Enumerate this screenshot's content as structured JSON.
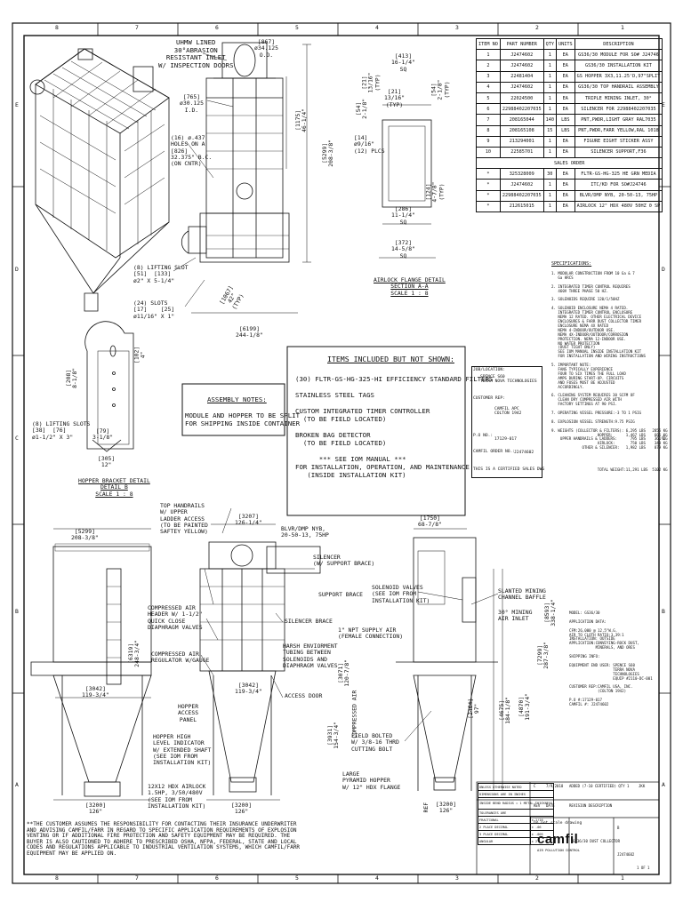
{
  "border": {
    "cols": [
      "8",
      "7",
      "6",
      "5",
      "4",
      "3",
      "2",
      "1"
    ],
    "rows": [
      "E",
      "D",
      "C",
      "B",
      "A"
    ]
  },
  "labels": {
    "inlet": "UHMW LINED\n30°ABRASION\nRESISTANT INLET\nW/ INSPECTION DOORS",
    "dim_867": "[867]\nø34.125\nO.D.",
    "dim_765": "[765]\nø30.125\nI.D.",
    "holes": "(16) ø.437\nHOLES ON A\n[826]\n32.375\" B.C.\n(ON CNTR)",
    "dim_1175": "[1175]\n46-1/4\"",
    "dim_5299": "[5299]\n208-3/8\"",
    "dim_413": "[413]\n16-1/4\"\nSQ",
    "dim_21a": "[21]\n13/16\"\n(TYP)",
    "dim_21b": "[21]\n13/16\"\n(TYP)",
    "dim_54a": "[54]\n2-1/8\"\n(TYP)",
    "dim_54b": "[54]\n2-1/8\"",
    "dim_14": "[14]\nø9/16\"\n(12) PLCS",
    "dim_286": "[286]\n11-1/4\"\nSQ",
    "dim_124": "[124]\n4-7/8\"\n(TYP)",
    "dim_372": "[372]\n14-5/8\"\nSQ",
    "airlock_title": "AIRLOCK FLANGE DETAIL\nSECTION A-A\nSCALE 1 : 8",
    "lifting_slot": "(8) LIFTING SLOT\n[51]  [133]\nø2\" X 5-1/4\"",
    "slots": "(24) SLOTS\n[17]    [25]\nø11/16\" X 1\"",
    "dim_6199": "[6199]\n244-1/8\"",
    "dim_1067": "[1067]\n42\"\n(TYP)",
    "dim_102": "[102]\n4\"",
    "dim_208": "[208]\n8-1/8\"",
    "lifting_slots2": "(8) LIFTING SLOTS\n[38]  [76]\nø1-1/2\" X 3\"",
    "dim_79": "[79]\n3-1/8\"",
    "dim_305": "[305]\n12\"",
    "hopper_bracket": "HOPPER BRACKET DETAIL\nDETAIL B\nSCALE 1 : 8",
    "assembly_title": "ASSEMBLY NOTES:",
    "assembly_body": "MODULE AND HOPPER TO BE SPLIT\nFOR SHIPPING INSIDE CONTAINER",
    "included_title": "ITEMS INCLUDED BUT NOT SHOWN:",
    "included_body": "(30) FLTR-GS-HG-325-HI EFFICIENCY STANDARD FILTERS\n\nSTAINLESS STEEL TAGS\n\nCUSTOM INTEGRATED TIMER CONTROLLER\n  (TO BE FIELD LOCATED)\n\nBROKEN BAG DETECTOR\n  (TO BE FIELD LOCATED)\n\n      *** SEE IOM MANUAL ***\nFOR INSTALLATION, OPERATION, AND MAINTENANCE\n   (INSIDE INSTALLATION KIT)",
    "top_handrails": "TOP HANDRAILS\nW/ UPPER\nLADDER ACCESS\n(TO BE PAINTED\nSAFTEY YELLOW)",
    "dim_5299b": "[5299]\n208-3/8\"",
    "dim_3207": "[3207]\n126-1/4\"",
    "blvr": "BLVR/DMP NYB,\n20-50-13, 75HP",
    "silencer": "SILENCER\n(W/ SUPPORT BRACE)",
    "dim_1750": "[1750]\n68-7/8\"",
    "support_brace": "SUPPORT BRACE",
    "solenoid": "SOLENOID VALVES\n(SEE IOM FROM\nINSTALLATION KIT)",
    "slanted": "SLANTED MINING\nCHANNEL BAFFLE",
    "mining_inlet": "30° MINING\nAIR INLET",
    "compressed_header": "COMPRESSED AIR\nHEADER W/ 1-1/2\"\nQUICK CLOSE\nDIAPHRAGM VALVES",
    "silencer_brace": "SILENCER BRACE",
    "npt": "1\" NPT SUPPLY AIR\n(FEMALE CONNECTION)",
    "compressed_reg": "COMPRESSED AIR\nREGULATOR W/GAUGE",
    "harsh": "HARSH ENVIORMENT\nTUBING BETWEEN\nSOLENOIDS AND\nDIAPHRAGM VALVES",
    "access_door": "ACCESS DOOR",
    "dim_3042": "[3042]\n119-3/4\"",
    "hopper_access": "HOPPER\nACCESS\nPANEL",
    "hopper_high": "HOPPER HIGH\nLEVEL INDICATOR\nW/ EXTENDED SHAFT\n(SEE IOM FROM\nINSTALLATION KIT)",
    "field_bolted": "FIELD BOLTED\nW/ 3/8-16 THRD\nCUTTING BOLT",
    "large_hopper": "LARGE\nPYRAMID HOPPER\nW/ 12\" HDX FLANGE",
    "airlock12": "12X12 HDX AIRLOCK\n1.5HP, 3/50/480V\n(SEE IOM FROM\nINSTALLATION KIT)",
    "dim_3200a": "[3200]\n126\"",
    "dim_3200b": "[3200]\n126\"",
    "dim_3200c": "[3200]\n126\"",
    "dim_3042b": "[3042]\n119-3/4\"",
    "dim_2464": "[2464]\n97\"",
    "dim_4870": "[4870]\n191-3/4\"",
    "dim_4675": "[4675]\n184-1/8\"",
    "dim_6319": "[6319]\n248-3/4\"",
    "dim_3931": "[3931]\n154-3/4\"",
    "dim_7299": "[7299]\n287-3/8\"",
    "dim_8593": "[8593]\n338-1/4\"",
    "dim_3071": "[3071]\n120-7/8\"",
    "compressed_air_v": "COMPRESSED AIR",
    "ref": "REF",
    "note": "**THE CUSTOMER ASSUMES THE RESPONSIBILITY FOR CONTACTING THEIR INSURANCE UNDERWRITER\nAND ADVISING CAMFIL/FARR IN REGARD TO SPECIFIC APPLICATION REQUIREMENTS OF EXPLOSION\nVENTING OR IF ADDITIONAL FIRE PROTECTION AND SAFETY EQUIPMENT MAY BE REQUIRED. THE\nBUYER IS ALSO CAUTIONED TO ADHERE TO PRESCRIBED OSHA, NFPA, FEDERAL, STATE AND LOCAL\nCODES AND REGULATIONS APPLICABLE TO INDUSTRIAL VENTILATION SYSTEMS, WHICH CAMFIL/FARR\nEQUIPMENT MAY BE APPLIED ON."
  },
  "bom": {
    "headers": [
      "ITEM NO",
      "PART NUMBER",
      "QTY",
      "UNITS",
      "DESCRIPTION"
    ],
    "rows": [
      [
        "1",
        "J2474602",
        "1",
        "EA",
        "GS36/30 MODULE FOR SO# J24746"
      ],
      [
        "2",
        "J2474602",
        "1",
        "EA",
        "GS36/30 INSTALLATION KIT"
      ],
      [
        "3",
        "22481404",
        "1",
        "EA",
        "GS HOPPER 3X3,11.25'D,97\"SPLIT"
      ],
      [
        "4",
        "J2474602",
        "1",
        "EA",
        "GS36/30 TOP HANDRAIL ASSEMBLY"
      ],
      [
        "5",
        "22024500",
        "1",
        "EA",
        "TRIPLE MINING INLET, 30°"
      ],
      [
        "6",
        "22988402207035",
        "1",
        "EA",
        "SILENCER FOR 22988402207035"
      ],
      [
        "7",
        "208165044",
        "140",
        "LBS",
        "PNT,PWDR,LIGHT GRAY RAL7035"
      ],
      [
        "8",
        "208165108",
        "15",
        "LBS",
        "PNT,PWDR,FARR YELLOW,RAL 1018"
      ],
      [
        "9",
        "213294001",
        "1",
        "EA",
        "FIGURE EIGHT STICKER ASSY"
      ],
      [
        "10",
        "22585701",
        "1",
        "EA",
        "SILENCER SUPPORT,F36"
      ]
    ],
    "sales_header": "SALES ORDER",
    "sales_rows": [
      [
        "*",
        "325328009",
        "30",
        "EA",
        "FLTR-GS-HG-325 HE GRN MEDIA"
      ],
      [
        "*",
        "J2474602",
        "1",
        "EA",
        "ITC/KD FOR SO#J24746"
      ],
      [
        "*",
        "22988402207035",
        "1",
        "EA",
        "BLVR/DMP NYB, 20-50-13, 75HP"
      ],
      [
        "*",
        "212615015",
        "1",
        "EA",
        "AIRLOCK 12\" HDX 480V 50HZ 0 SP"
      ]
    ]
  },
  "job": {
    "location_label": "JOB/LOCATION:",
    "location": "SPENCE S60\nTERRA NOVA TECHNOLOGIES",
    "rep_label": "CUSTOMER REP:",
    "rep": "CAMFIL APC\nCOLTON 1942",
    "po_label": "P.O NO.:",
    "po": "17129-017",
    "order_label": "CAMFIL ORDER NO.:",
    "order": "J2474602",
    "cert": "THIS IS A CERTIFIED SALES DWG"
  },
  "specs": {
    "title": "SPECIFICATIONS:",
    "body": "1. MODULAR CONSTRUCTION FROM 10 Ga & 7\n   Ga HRCS\n\n2. INTEGRATED TIMER CONTROL REQUIRES\n   460V THREE PHASE 50 HZ.\n\n3. SOLENOIDS REQUIRE 120/1/50HZ\n\n4. SOLENOID ENCLOSURE NEMA 4 RATED.\n   INTEGRATED TIMER CONTROL ENCLOSURE\n   NEMA 12 RATED. OTHER ELECTRICAL DEVICE\n   ENCLOSURES & FARR DUST COLLECTOR TIMER\n   ENCLOSURE NEMA 4X RATED\n   NEMA 4-INDOOR/OUTDOOR USE.\n   NEMA 4X-INDOOR/OUTDOOR/CORROSION\n   PROTECTION. NEMA 12-INDOOR USE.\n   NO WATER PROTECTION\n   (DUST TIGHT ONLY)\n   SEE IOM MANUAL INSIDE INSTALLATION KIT\n   FOR INSTALLATION AND WIRING INSTRUCTIONS\n\n5. IMPORTANT NOTE:\n   FANS TYPICALLY EXPERIENCE\n   FOUR TO SIX TIMES THE FULL LOAD\n   AMPS DURING START-UP. CIRCUITS\n   AND FUSES MUST BE ADJUSTED\n   ACCORDINGLY.\n\n6. CLEANING SYSTEM REQUIRES 30 SCFM OF\n   CLEAN DRY COMPRESSED AIR WITH\n   FACTORY SETTINGS AT 90 PSI.\n\n7. OPERATING VESSEL PRESSURE:-3 TO 1 PSIG\n\n8. EXPLOSION VESSEL STRENGTH:9.75 PSIG\n\n9. WEIGHTS (COLLECTOR & FILTERS): 6,295 LBS   2855 KG\n                     HOPPER:      1,467 LBS    665 KG\n    UPPER HANDRAILS & LADDERS:      795 LBS    361 KG\n                     AIRLOCK:       750 LBS    340 KG\n              OTHER & SILENCER:   1,982 LBS    879 KG\n\n\n\n\n                     TOTAL WEIGHT:11,291 LBS  5102 KG",
    "body2": "MODEL: GS36/30\n\nAPPLICATION DATA:\n\nCFM:26,000 @ 12.5\"W.G.\nAIR TO CLOTH RATIO:3.39:1\nINSTALLATION: OUTSIDE\nAPPLICATION:CONVEYING-ROCK DUST,\n            MINERALS, AND ORES\n\nSHIPPING INFO:\n\nEQUIPMENT END USER: SPENCE S60\n                    TERRA NOVA\n                    TECHNOLOGIES\n                    EQUIP #2110-DC-001\n\nCUSTOMER REP:CAMFIL USA, INC.\n             (COLTON 1942)\n\nP.O #:17129-017\nCAMFIL #: J2474602"
  },
  "title_block": {
    "unless": "UNLESS OTHERWISE NOTED",
    "dims": "DIMENSIONS ARE IN INCHES",
    "bend": "INSIDE BEND RADIUS =\n1 METAL THICKNESS",
    "tol": "TOLERANCES ARE",
    "frac": "FRACTIONAL",
    "frac_v": "± 1/16",
    "place2": "2 PLACE DECIMAL",
    "place2_v": "± .06",
    "place3": "3 PLACE DECIMAL",
    "place3_v": "± .005",
    "angular": "ANGULAR",
    "angular_v": "± 2°",
    "rev_c": "C",
    "rev_date": "7/9/2018",
    "rev_desc": "ADDED (7-10 CERTIFIED) QTY 1",
    "rev_by": "JKK",
    "rev_h1": "REV",
    "rev_h2": "DATE",
    "rev_h3": "REVISION DESCRIPTION",
    "do_not_scale": "Do not scale drawing",
    "company": "camfil",
    "tagline": "AIR POLLUTION CONTROL",
    "title": "GS36/30 DUST COLLECTOR",
    "dwg_no": "J2474602",
    "size": "B",
    "sheet": "1 OF 1"
  }
}
